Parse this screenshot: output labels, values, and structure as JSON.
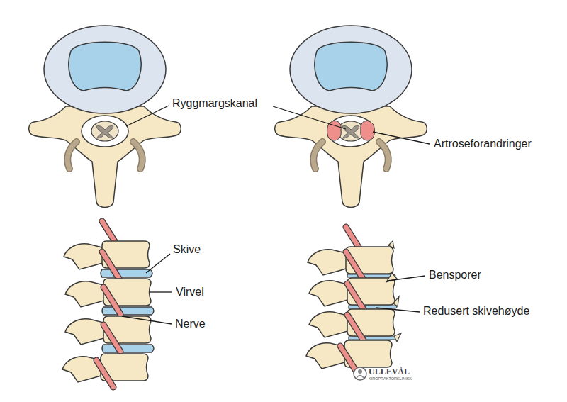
{
  "diagram": {
    "labels": [
      "Ryggmargskanal",
      "Artroseforandringer",
      "Skive",
      "Virvel",
      "Nerve",
      "Bensporer",
      "Redusert skivehøyde",
      "ULLEVÅL",
      "KIROPRAKTORKLINIKK"
    ]
  }
}
